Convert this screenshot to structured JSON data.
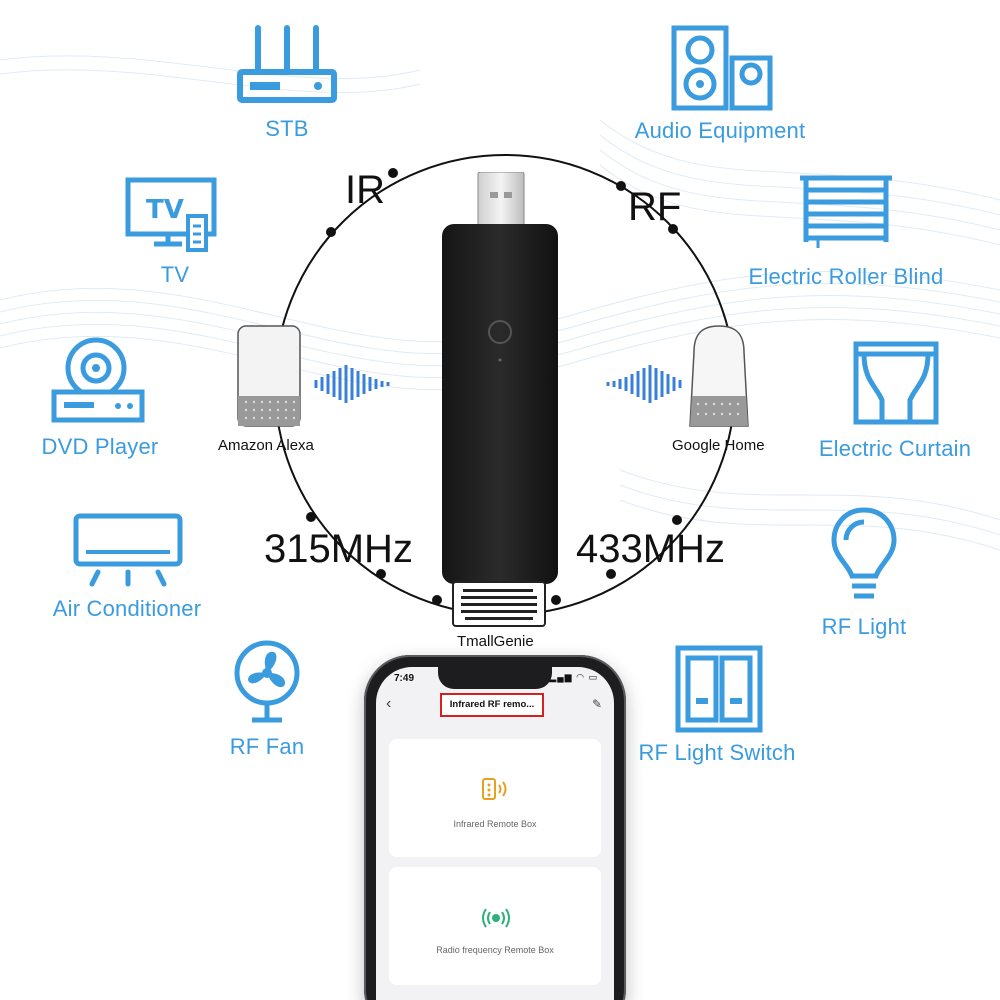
{
  "devices_left": [
    {
      "label": "STB",
      "icon": "router-icon"
    },
    {
      "label": "TV",
      "icon": "tv-icon"
    },
    {
      "label": "DVD Player",
      "icon": "dvd-player-icon"
    },
    {
      "label": "Air Conditioner",
      "icon": "air-conditioner-icon"
    },
    {
      "label": "RF Fan",
      "icon": "fan-icon"
    }
  ],
  "devices_right": [
    {
      "label": "Audio Equipment",
      "icon": "speaker-icon"
    },
    {
      "label": "Electric Roller Blind",
      "icon": "roller-blind-icon"
    },
    {
      "label": "Electric Curtain",
      "icon": "curtain-icon"
    },
    {
      "label": "RF Light",
      "icon": "light-bulb-icon"
    },
    {
      "label": "RF Light Switch",
      "icon": "light-switch-icon"
    }
  ],
  "bands": {
    "ir": "IR",
    "rf": "RF",
    "f315": "315MHz",
    "f433": "433MHz"
  },
  "assistants": {
    "alexa": "Amazon Alexa",
    "google": "Google Home",
    "tmall": "TmallGenie"
  },
  "phone": {
    "time": "7:49",
    "title": "Infrared RF remo...",
    "cards": [
      {
        "label": "Infrared Remote Box",
        "icon": "infrared-remote-icon"
      },
      {
        "label": "Radio frequency Remote Box",
        "icon": "radio-frequency-icon"
      }
    ]
  },
  "colors": {
    "accent": "#3a9bde",
    "infrared_icon": "#e8a020",
    "rf_icon": "#2fb07a",
    "highlight_border": "#d42020"
  }
}
